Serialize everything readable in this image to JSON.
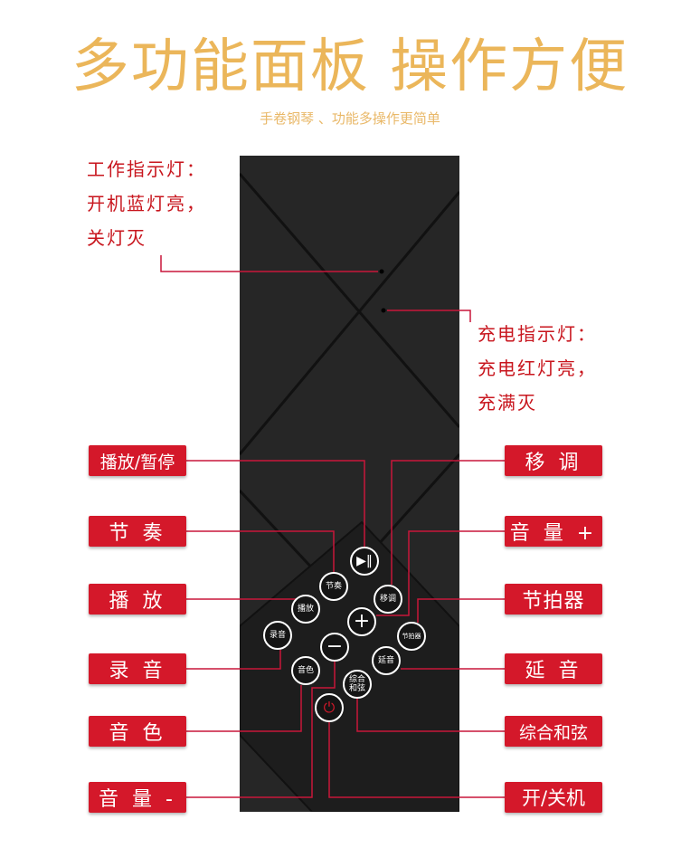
{
  "title": "多功能面板 操作方便",
  "subtitle": "手卷钢琴 、功能多操作更简单",
  "work_indicator": [
    "工作指示灯：",
    "开机蓝灯亮，",
    "关灯灭"
  ],
  "charge_indicator": [
    "充电指示灯：",
    "充电红灯亮，",
    "充满灭"
  ],
  "left_labels": [
    "播放/暂停",
    "节 奏",
    "播 放",
    "录 音",
    "音 色",
    "音 量 -"
  ],
  "right_labels": [
    "移 调",
    "音 量 +",
    "节拍器",
    "延 音",
    "综合和弦",
    "开/关机"
  ],
  "buttons": {
    "rhythm": "节奏",
    "transpose": "移调",
    "play": "播放",
    "record": "录音",
    "metronome": "节拍器",
    "sustain": "延音",
    "tone": "音色",
    "chord": "综合和弦"
  },
  "colors": {
    "accent": "#d4182a",
    "title": "#ebb65a",
    "panel": "#262626"
  }
}
